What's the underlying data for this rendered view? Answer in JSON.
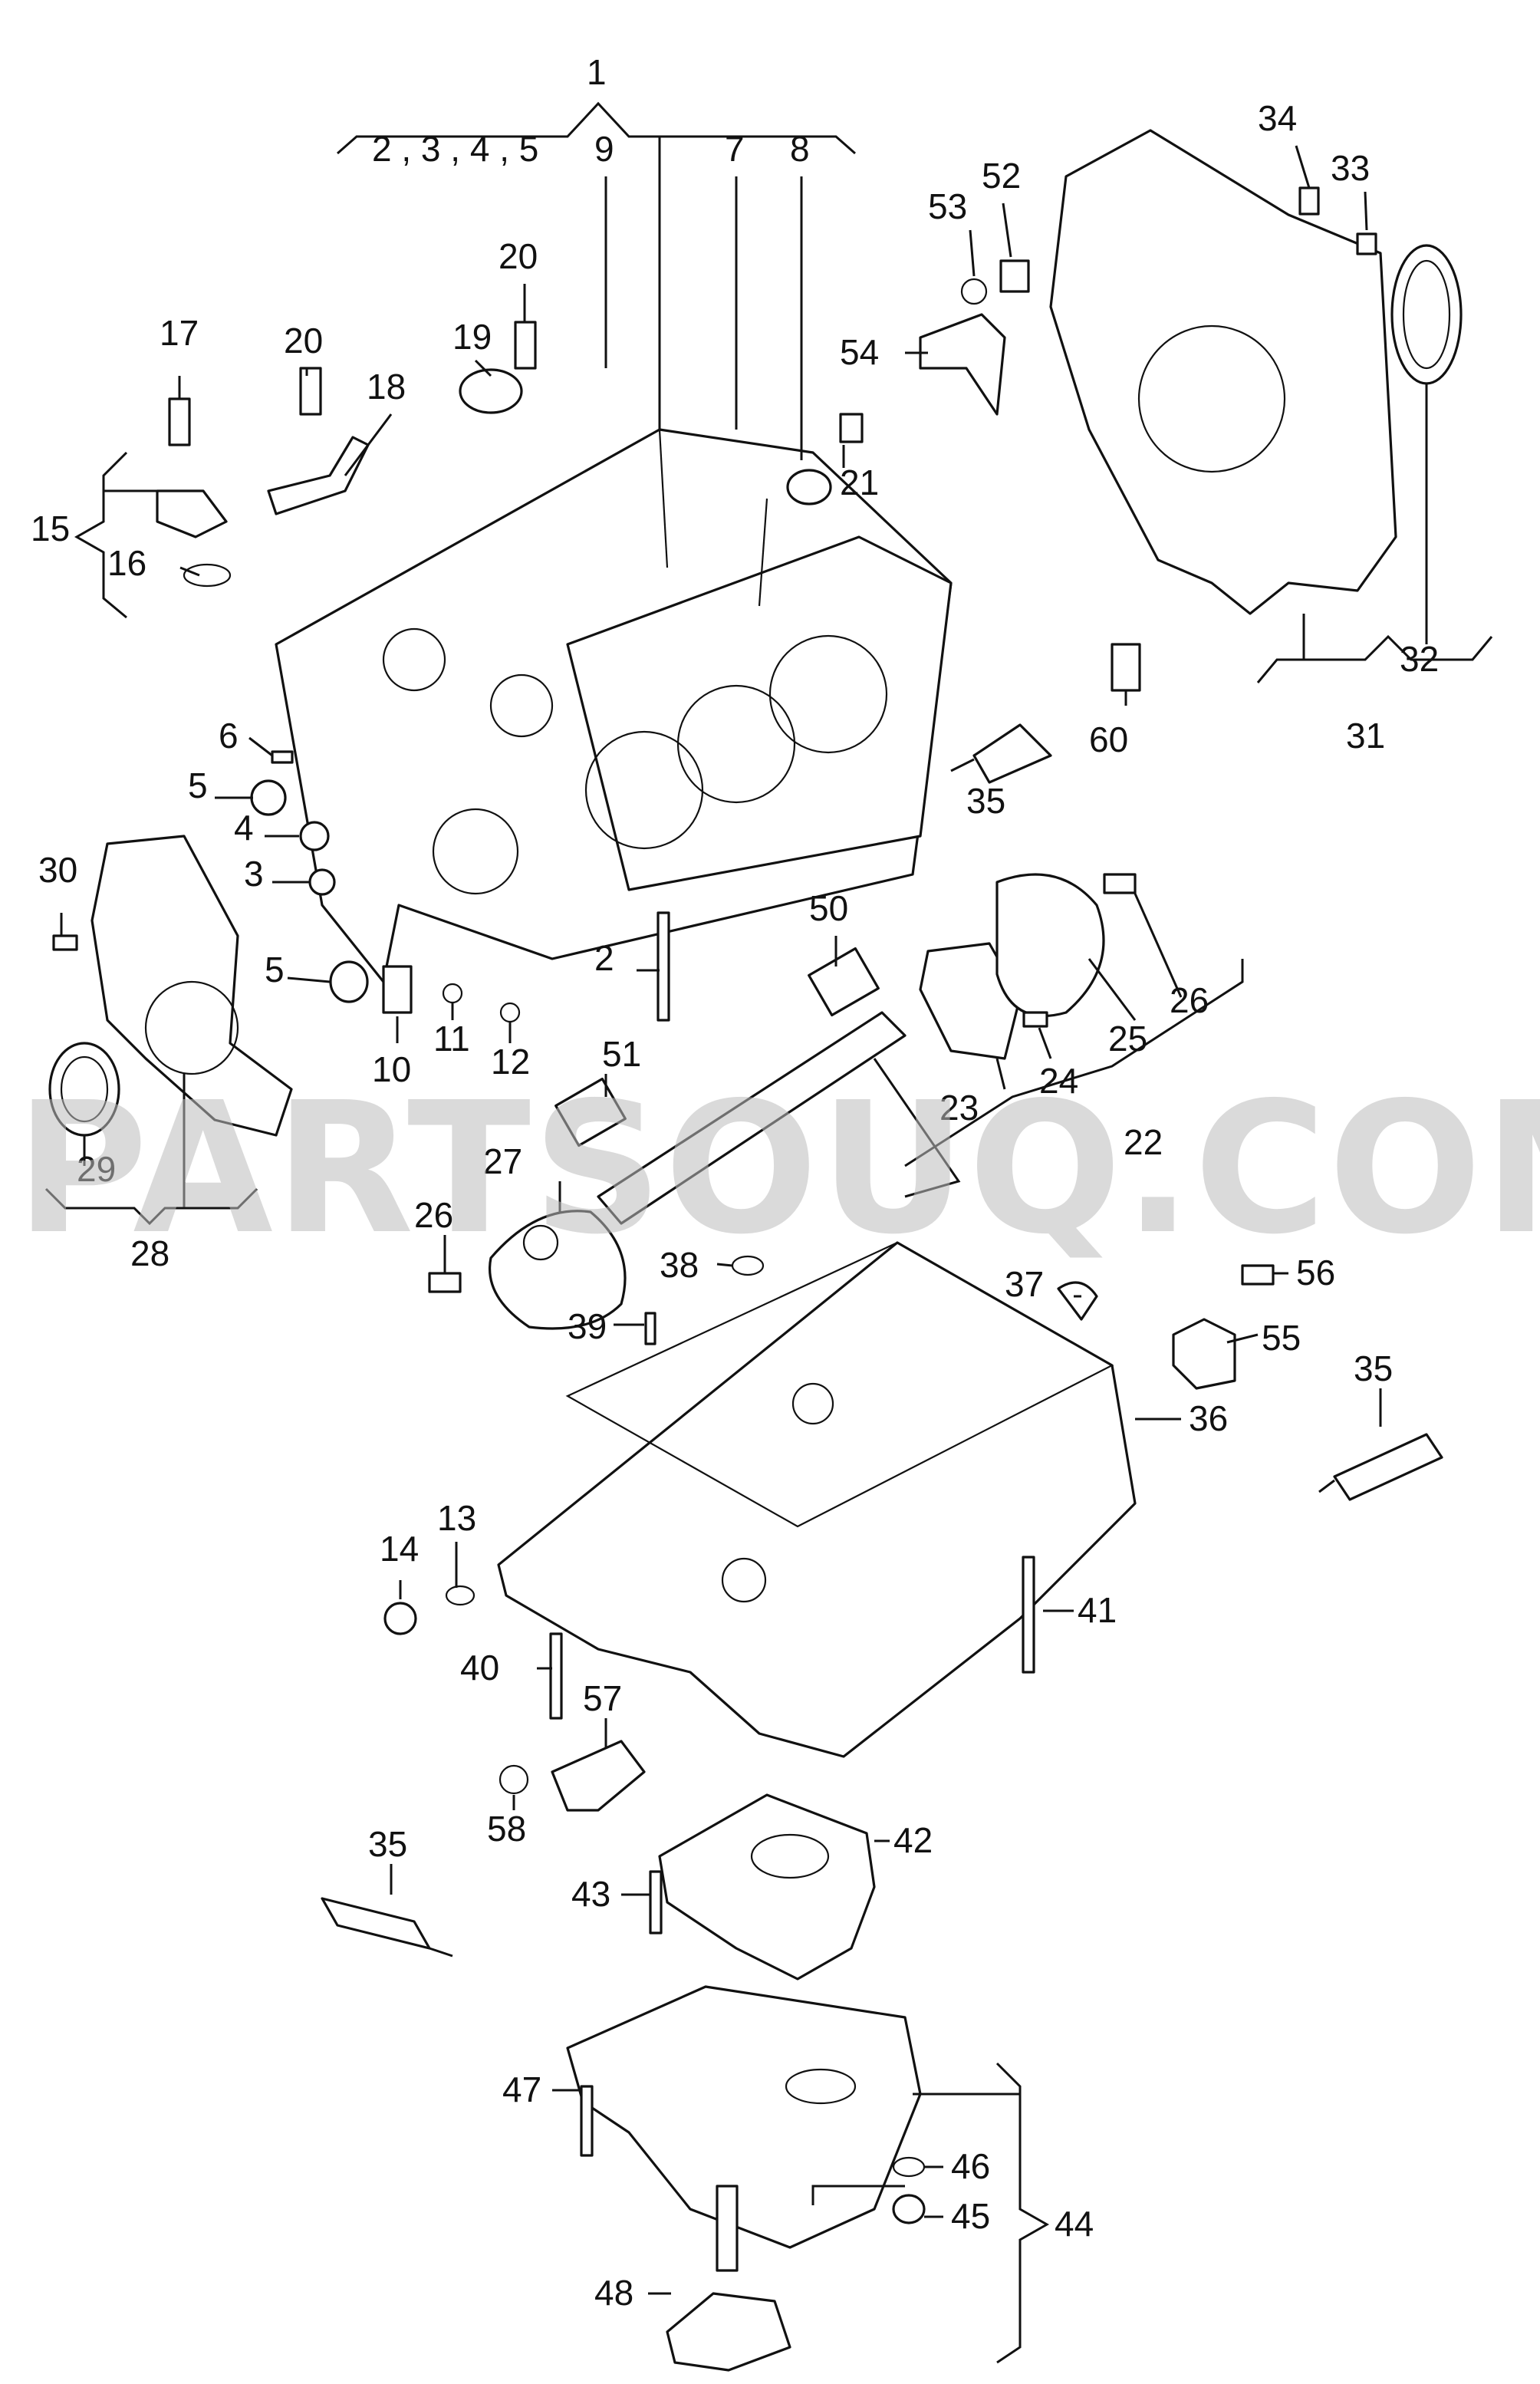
{
  "watermark": "PARTSOUQ.COM",
  "callouts": {
    "c1": "1",
    "c2345": "2 , 3 , 4 , 5",
    "c9": "9",
    "c7": "7",
    "c8": "8",
    "c34": "34",
    "c33": "33",
    "c52": "52",
    "c53": "53",
    "c54": "54",
    "c20a": "20",
    "c20b": "20",
    "c17": "17",
    "c18": "18",
    "c19": "19",
    "c15": "15",
    "c16": "16",
    "c21": "21",
    "c32": "32",
    "c31": "31",
    "c60": "60",
    "c6": "6",
    "c5a": "5",
    "c4": "4",
    "c3": "3",
    "c35a": "35",
    "c30": "30",
    "c50": "50",
    "c26a": "26",
    "c2": "2",
    "c5b": "5",
    "c11": "11",
    "c12": "12",
    "c10": "10",
    "c25": "25",
    "c24": "24",
    "c23": "23",
    "c51": "51",
    "c22": "22",
    "c29": "29",
    "c28": "28",
    "c27": "27",
    "c26b": "26",
    "c38": "38",
    "c37": "37",
    "c56": "56",
    "c55": "55",
    "c39": "39",
    "c35b": "35",
    "c36": "36",
    "c13": "13",
    "c14": "14",
    "c41": "41",
    "c40": "40",
    "c57": "57",
    "c58": "58",
    "c42": "42",
    "c43": "43",
    "c35c": "35",
    "c47": "47",
    "c44": "44",
    "c46": "46",
    "c45": "45",
    "c48": "48"
  }
}
